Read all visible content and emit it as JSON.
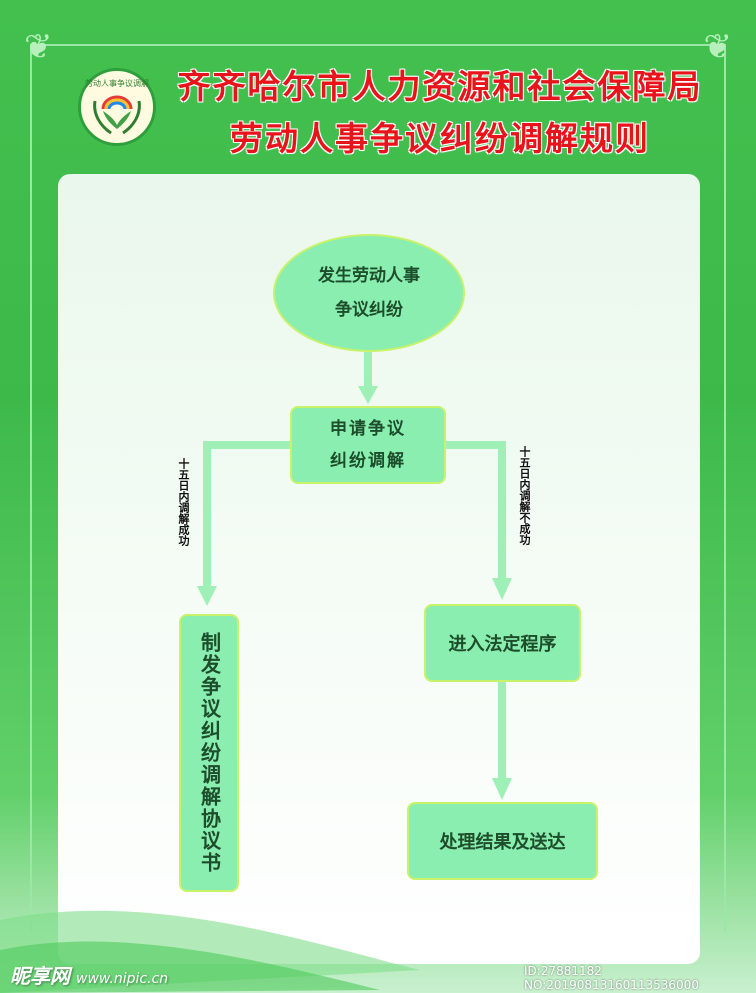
{
  "header": {
    "logo_text": "劳动人事争议调解",
    "title_line1": "齐齐哈尔市人力资源和社会保障局",
    "title_line2": "劳动人事争议纠纷调解规则"
  },
  "flowchart": {
    "start": "发生劳动人事\n争议纠纷",
    "apply": "申请争议\n纠纷调解",
    "left_condition": "十五日内调解成功",
    "right_condition": "十五日内调解不成功",
    "left_result": "制发争议纠纷调解协议书",
    "legal_procedure": "进入法定程序",
    "final": "处理结果及送达"
  },
  "watermark": {
    "brand": "昵享网",
    "url": "www.nipic.cn",
    "id_text": "ID:27881182 NO:20190813160113536000"
  },
  "colors": {
    "background": "#3db94a",
    "node_fill": "#89eeaf",
    "node_border": "#c8f26a",
    "arrow": "#9ff0b6",
    "title": "#e8141c"
  }
}
